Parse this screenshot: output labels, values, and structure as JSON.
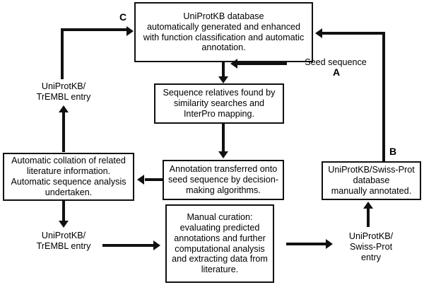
{
  "diagram": {
    "title": "UniProtKB annotation workflow",
    "stroke_color": "#111111",
    "background_color": "#ffffff",
    "boxes": [
      {
        "id": "uniprotkb-database",
        "text": "UniProtKB database\nautomatically generated and enhanced\nwith function classification and automatic\nannotation."
      },
      {
        "id": "sequence-relatives",
        "text": "Sequence relatives found by\nsimilarity searches and\nInterPro mapping."
      },
      {
        "id": "automatic-collation",
        "text": "Automatic collation of related\nliterature information.\nAutomatic sequence analysis\nundertaken."
      },
      {
        "id": "annotation-transferred",
        "text": "Annotation transferred onto\nseed sequence by decision-\nmaking algorithms."
      },
      {
        "id": "swissprot-database",
        "text": "UniProtKB/Swiss-Prot\ndatabase\nmanually annotated."
      },
      {
        "id": "manual-curation",
        "text": "Manual curation:\nevaluating predicted\nannotations and further\ncomputational analysis\nand extracting data from\nliterature."
      }
    ],
    "labels": [
      {
        "id": "seed-sequence",
        "text": "Seed sequence"
      },
      {
        "id": "trembl-entry-upper",
        "text": "UniProtKB/\nTrEMBL entry"
      },
      {
        "id": "trembl-entry-lower",
        "text": "UniProtKB/\nTrEMBL entry"
      },
      {
        "id": "swissprot-entry",
        "text": "UniProtKB/\nSwiss-Prot\nentry"
      }
    ],
    "tags": [
      {
        "id": "tag-a",
        "text": "A"
      },
      {
        "id": "tag-b",
        "text": "B"
      },
      {
        "id": "tag-c",
        "text": "C"
      }
    ]
  }
}
